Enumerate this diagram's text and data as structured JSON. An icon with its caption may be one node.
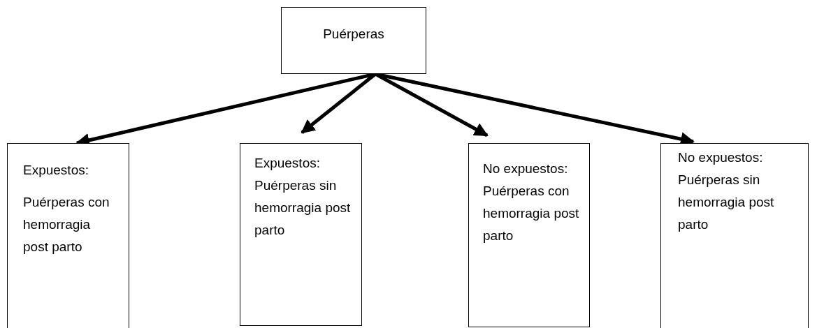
{
  "diagram": {
    "nodes": [
      {
        "text": [
          "Puérperas"
        ]
      },
      {
        "text": [
          "Expuestos:",
          "Puérperas con hemorragia post parto"
        ]
      },
      {
        "text": [
          "Expuestos:",
          "Puérperas sin hemorragia post parto"
        ]
      },
      {
        "text": [
          "No expuestos:",
          "Puérperas con hemorragia post parto"
        ]
      },
      {
        "text": [
          "No expuestos:",
          "Puérperas sin hemorragia post parto"
        ]
      }
    ],
    "edges": [
      {
        "from": 0,
        "to": 1,
        "arrow": "to"
      },
      {
        "from": 0,
        "to": 2,
        "arrow": "to"
      },
      {
        "from": 0,
        "to": 3,
        "arrow": "to"
      },
      {
        "from": 0,
        "to": 4,
        "arrow": "to"
      }
    ]
  }
}
